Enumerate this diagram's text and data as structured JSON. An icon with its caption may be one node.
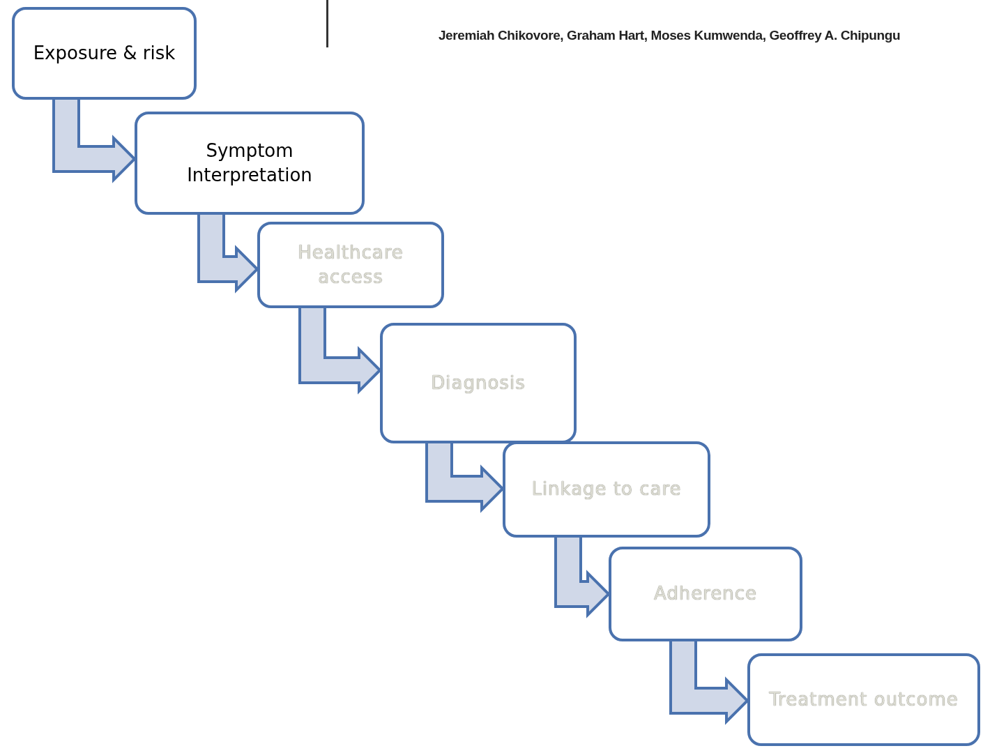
{
  "diagram": {
    "nodes": [
      {
        "text": [
          "Exposure & risk"
        ]
      },
      {
        "text": [
          "Symptom Interpretation"
        ]
      },
      {
        "text": [
          "Healthcare access"
        ]
      },
      {
        "text": [
          "Diagnosis"
        ]
      },
      {
        "text": [
          "Linkage to care"
        ]
      },
      {
        "text": [
          "Adherence"
        ]
      },
      {
        "text": [
          "Treatment outcome"
        ]
      }
    ],
    "edges": [
      {
        "from": 0,
        "to": 1,
        "arrow": "to"
      },
      {
        "from": 1,
        "to": 2,
        "arrow": "to"
      },
      {
        "from": 2,
        "to": 3,
        "arrow": "to"
      },
      {
        "from": 3,
        "to": 4,
        "arrow": "to"
      },
      {
        "from": 4,
        "to": 5,
        "arrow": "to"
      },
      {
        "from": 5,
        "to": 6,
        "arrow": "to"
      }
    ],
    "labels": [
      "Jeremiah Chikovore, Graham Hart, Moses Kumwenda, Geoffrey A. Chipungu"
    ]
  }
}
